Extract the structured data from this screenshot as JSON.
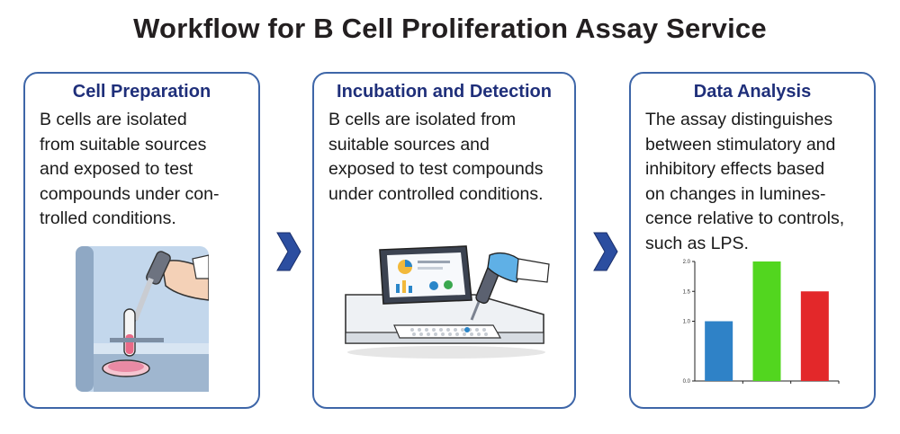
{
  "title": "Workflow for B Cell Proliferation Assay Service",
  "steps": [
    {
      "title": "Cell Preparation",
      "lines": [
        "B cells are isolated",
        "from suitable sources",
        "and exposed to test",
        "compounds under con-",
        "trolled conditions."
      ]
    },
    {
      "title": "Incubation and Detection",
      "lines": [
        "B cells are isolated from",
        "suitable sources and",
        "exposed to test compounds",
        "under controlled conditions."
      ]
    },
    {
      "title": "Data Analysis",
      "lines": [
        "The assay distinguishes",
        "between stimulatory and",
        "inhibitory effects based",
        "on changes in lumines-",
        "cence relative to controls,",
        "such as LPS."
      ]
    }
  ],
  "chart_data": {
    "type": "bar",
    "categories": [
      "",
      "",
      ""
    ],
    "values": [
      1.0,
      2.0,
      1.5
    ],
    "colors": [
      "#2f82c7",
      "#52d61f",
      "#e3282a"
    ],
    "ylim": [
      0,
      2.0
    ],
    "yticks": [
      "0.0",
      "1.0",
      "1.5",
      "2.0"
    ],
    "ytick_values": [
      0.0,
      1.0,
      1.5,
      2.0
    ],
    "title": "",
    "xlabel": "",
    "ylabel": "",
    "grid": false
  },
  "icons": [
    "pipette-icon",
    "test-tube-icon",
    "petri-dish-icon",
    "dispenser-icon",
    "glove-hand-icon",
    "microplate-reader-icon",
    "chevron-right-icon"
  ]
}
